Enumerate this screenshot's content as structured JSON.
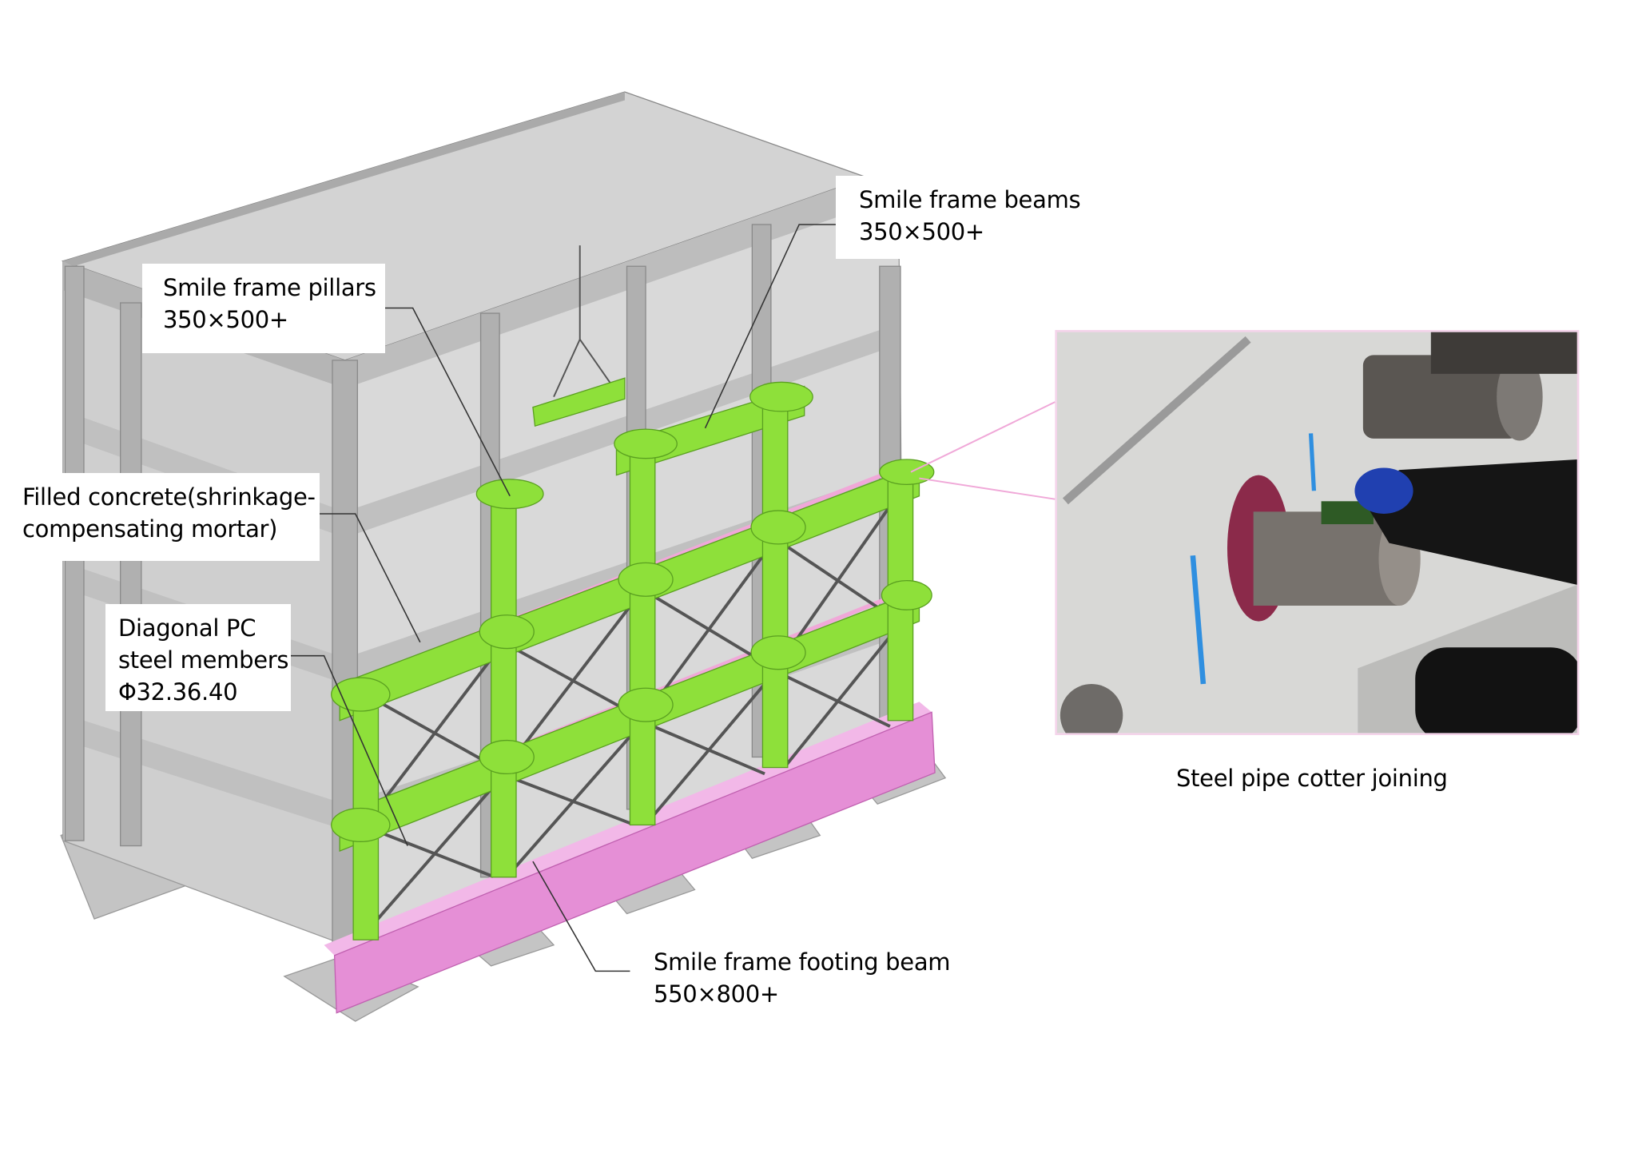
{
  "labels": {
    "beams": {
      "line1": "Smile frame beams",
      "line2": "350×500+"
    },
    "pillars": {
      "line1": "Smile frame pillars",
      "line2": "350×500+"
    },
    "filled": {
      "line1": "Filled concrete(shrinkage-",
      "line2": "compensating mortar)"
    },
    "diagonal": {
      "line1": "Diagonal PC",
      "line2": "steel members",
      "line3": "Φ32.36.40"
    },
    "footing": {
      "line1": "Smile frame footing beam",
      "line2": "550×800+"
    }
  },
  "photo": {
    "caption": "Steel pipe cotter joining"
  },
  "colors": {
    "frame_green": "#8ee03a",
    "footing_pink": "#e58fd6",
    "concrete_grey": "#c9c9c9",
    "leader_pink": "#f0a8d8"
  }
}
